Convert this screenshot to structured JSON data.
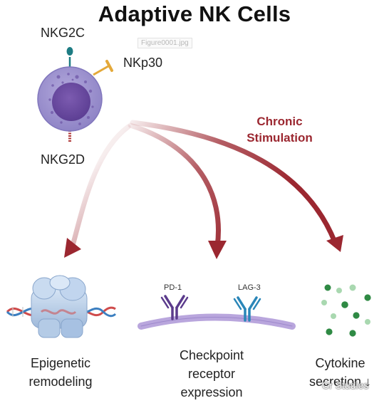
{
  "title": "Adaptive NK Cells",
  "receptors": {
    "nkg2c": "NKG2C",
    "nkp30": "NKp30",
    "nkg2d": "NKG2D"
  },
  "file_label": "Figure0001.jpg",
  "stimulation": {
    "line1": "Chronic",
    "line2": "Stimulation"
  },
  "outcomes": {
    "epigenetic": {
      "line1": "Epigenetic",
      "line2": "remodeling"
    },
    "checkpoint": {
      "line1": "Checkpoint",
      "line2": "receptor",
      "line3": "expression",
      "pd1": "PD-1",
      "lag3": "LAG-3"
    },
    "cytokine": {
      "line1": "Cytokine",
      "line2": "secretion ↓"
    }
  },
  "watermark": "Cr Studies",
  "colors": {
    "arrow": "#9b2730",
    "cell_outer": "#9a8fcf",
    "cell_nucleus": "#6e4fa3",
    "nkg2c": "#1d7c83",
    "nkp30": "#e4a93a",
    "nkg2d": "#b03a3a",
    "membrane": "#b9a6dd",
    "pd1": "#5b3b8c",
    "lag3": "#2a86b8",
    "cytokine_dark": "#2f8a44",
    "cytokine_light": "#a9d8b0"
  }
}
